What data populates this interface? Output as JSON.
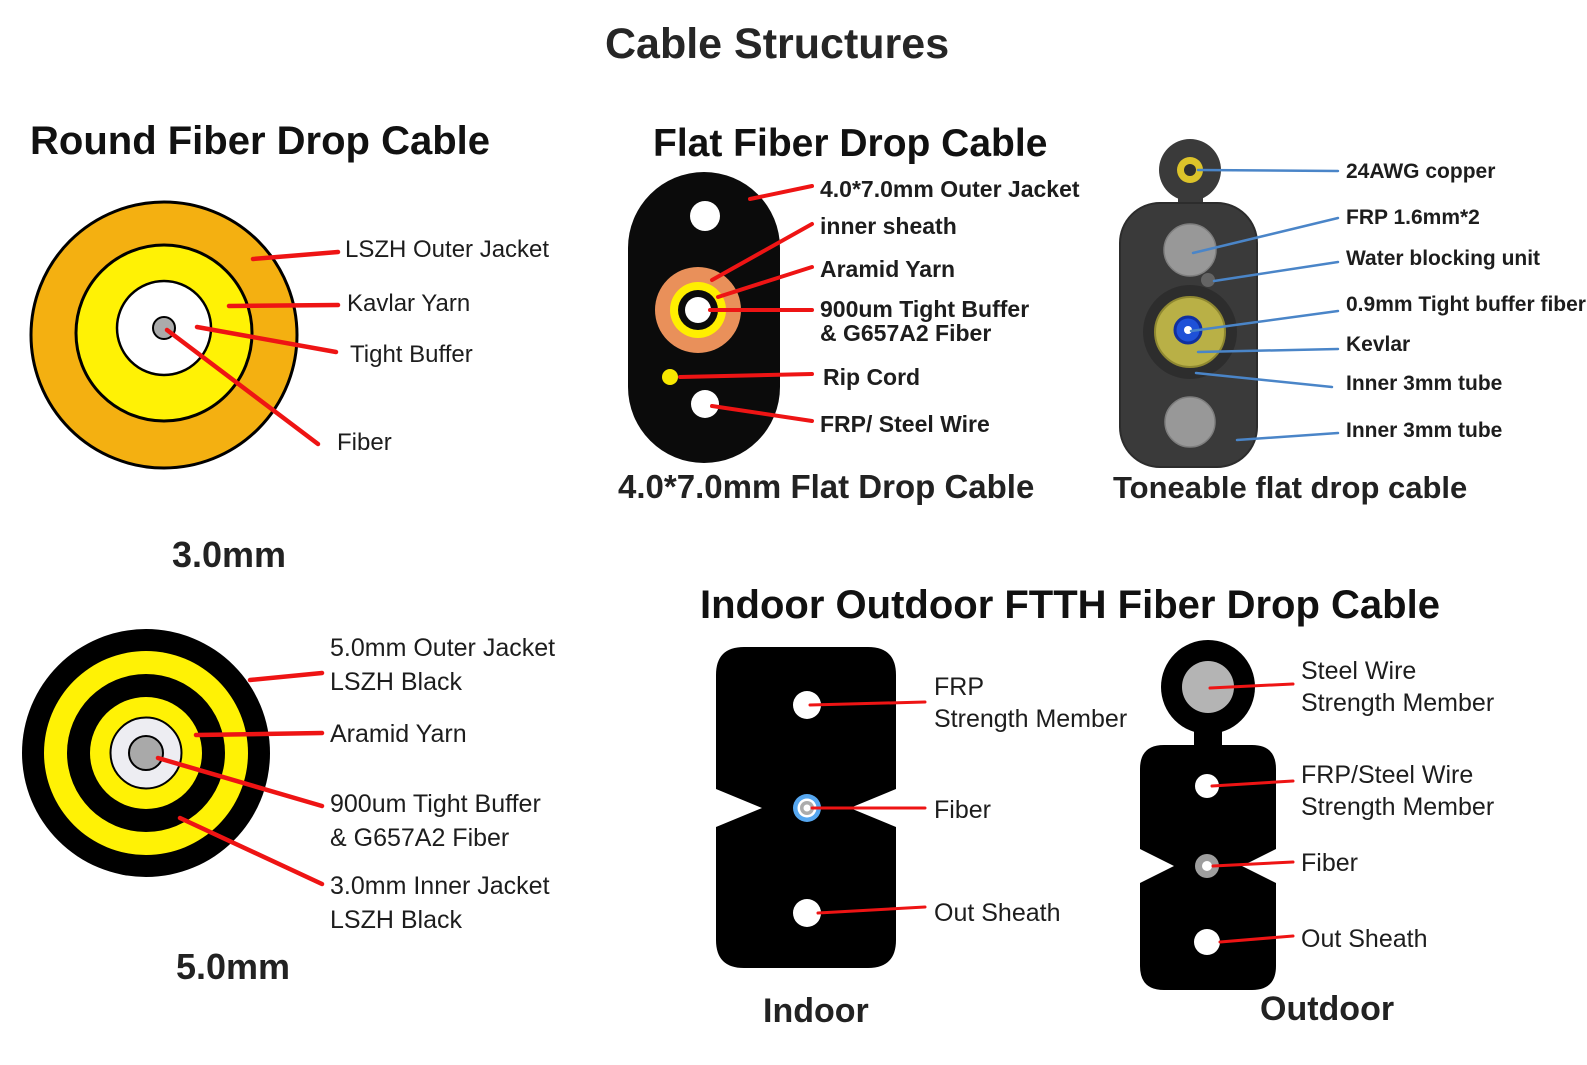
{
  "title": "Cable Structures",
  "round": {
    "heading": "Round Fiber Drop Cable",
    "labels": [
      "LSZH Outer Jacket",
      "Kavlar Yarn",
      "Tight Buffer",
      "Fiber"
    ],
    "caption": "3.0mm"
  },
  "flat": {
    "heading": "Flat Fiber Drop Cable",
    "labels": [
      "4.0*7.0mm Outer Jacket",
      "inner sheath",
      "Aramid Yarn",
      "900um Tight Buffer",
      "& G657A2 Fiber",
      "Rip Cord",
      "FRP/ Steel Wire"
    ],
    "caption": "4.0*7.0mm Flat Drop Cable"
  },
  "toneable": {
    "labels": [
      "24AWG copper",
      "FRP 1.6mm*2",
      "Water blocking unit",
      "0.9mm Tight buffer fiber",
      "Kevlar",
      "Inner 3mm tube",
      "Inner 3mm tube"
    ],
    "caption": "Toneable flat drop cable"
  },
  "round5": {
    "labels": [
      "5.0mm Outer Jacket",
      "LSZH Black",
      "Aramid Yarn",
      "900um Tight Buffer",
      "& G657A2 Fiber",
      "3.0mm Inner Jacket",
      "LSZH Black"
    ],
    "caption": "5.0mm"
  },
  "ftth": {
    "heading": "Indoor Outdoor FTTH Fiber Drop Cable",
    "indoor": {
      "labels": [
        "FRP",
        "Strength Member",
        "Fiber",
        "Out Sheath"
      ],
      "caption": "Indoor"
    },
    "outdoor": {
      "labels": [
        "Steel Wire",
        "Strength Member",
        "FRP/Steel Wire",
        "Strength Member",
        "Fiber",
        "Out Sheath"
      ],
      "caption": "Outdoor"
    }
  },
  "colors": {
    "red_leader_line": "#ee1414",
    "blue_leader_line": "#4a85c8",
    "jacket_orange": "#f4b011",
    "bright_yellow": "#fff205",
    "flat_inner_orange": "#e9905a",
    "cable_black": "#0b0b0b",
    "toneable_body_gray": "#3a3a3a",
    "olive_kevlar": "#b9b046",
    "fiber_blue": "#1e51d8",
    "indoor_fiber_blue": "#56a7f0",
    "steel_gray": "#b4b4b4"
  }
}
